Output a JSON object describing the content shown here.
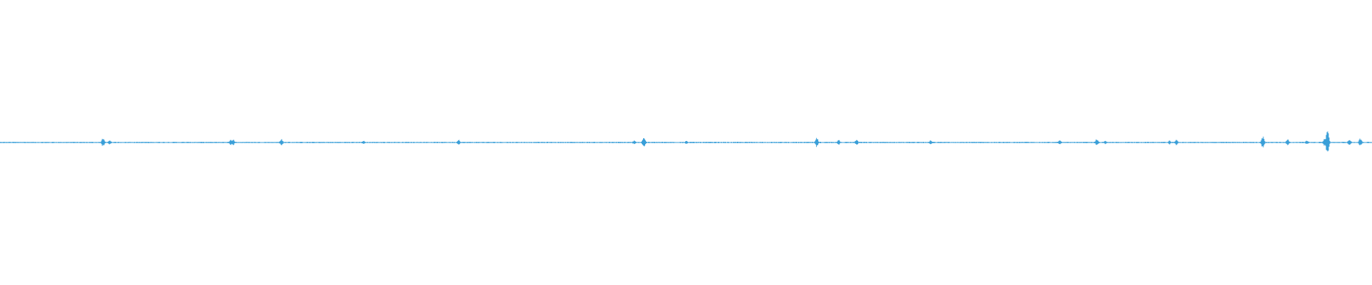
{
  "waveform": {
    "color": "#3a9fd8",
    "samples": 1920,
    "peak_level": 0.09,
    "bursts": [
      {
        "pos": 0.075,
        "level": 0.03
      },
      {
        "pos": 0.08,
        "level": 0.015
      },
      {
        "pos": 0.168,
        "level": 0.02
      },
      {
        "pos": 0.17,
        "level": 0.02
      },
      {
        "pos": 0.205,
        "level": 0.025
      },
      {
        "pos": 0.265,
        "level": 0.012
      },
      {
        "pos": 0.334,
        "level": 0.02
      },
      {
        "pos": 0.462,
        "level": 0.015
      },
      {
        "pos": 0.469,
        "level": 0.045
      },
      {
        "pos": 0.5,
        "level": 0.012
      },
      {
        "pos": 0.595,
        "level": 0.035
      },
      {
        "pos": 0.611,
        "level": 0.02
      },
      {
        "pos": 0.624,
        "level": 0.02
      },
      {
        "pos": 0.678,
        "level": 0.015
      },
      {
        "pos": 0.772,
        "level": 0.015
      },
      {
        "pos": 0.799,
        "level": 0.025
      },
      {
        "pos": 0.805,
        "level": 0.012
      },
      {
        "pos": 0.852,
        "level": 0.015
      },
      {
        "pos": 0.857,
        "level": 0.022
      },
      {
        "pos": 0.92,
        "level": 0.045
      },
      {
        "pos": 0.938,
        "level": 0.025
      },
      {
        "pos": 0.952,
        "level": 0.015
      },
      {
        "pos": 0.965,
        "level": 0.03
      },
      {
        "pos": 0.967,
        "level": 0.09
      },
      {
        "pos": 0.983,
        "level": 0.025
      },
      {
        "pos": 0.991,
        "level": 0.03
      }
    ]
  }
}
